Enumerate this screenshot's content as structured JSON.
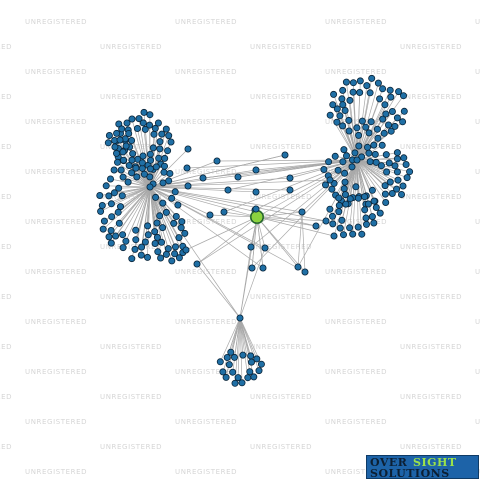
{
  "watermark": {
    "text": "UNREGISTERED"
  },
  "logo": {
    "line1_a": "OVER",
    "line1_b": "SIGHT",
    "line2": "SOLUTIONS"
  },
  "colors": {
    "node_fill": "#1f6fa5",
    "node_stroke": "#0a2438",
    "edge": "#a9a9a9",
    "focus_fill": "#8ad33e",
    "focus_ring": "#2c7a2c"
  },
  "graph": {
    "clusters": [
      {
        "name": "left-cluster",
        "node_count": 120
      },
      {
        "name": "right-cluster",
        "node_count": 130
      },
      {
        "name": "bottom-cluster",
        "node_count": 20
      }
    ],
    "focus_node": {
      "name": "focus-node"
    }
  }
}
